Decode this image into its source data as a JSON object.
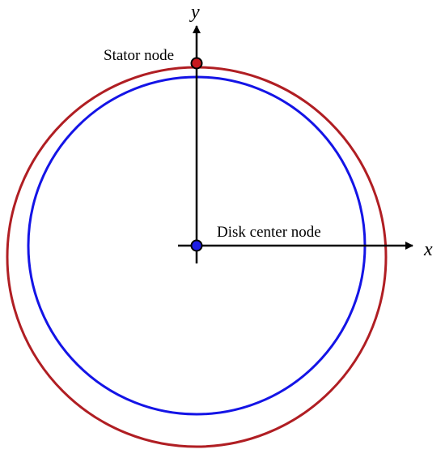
{
  "labels": {
    "stator_node": "Stator node",
    "disk_center_node": "Disk center node",
    "x_axis": "x",
    "y_axis": "y"
  },
  "colors": {
    "stator_circle": "#B01E23",
    "disk_circle": "#1414E6",
    "axes": "#000000",
    "stator_node_fill": "#C8191E",
    "disk_center_node_fill": "#1E1EE6"
  }
}
